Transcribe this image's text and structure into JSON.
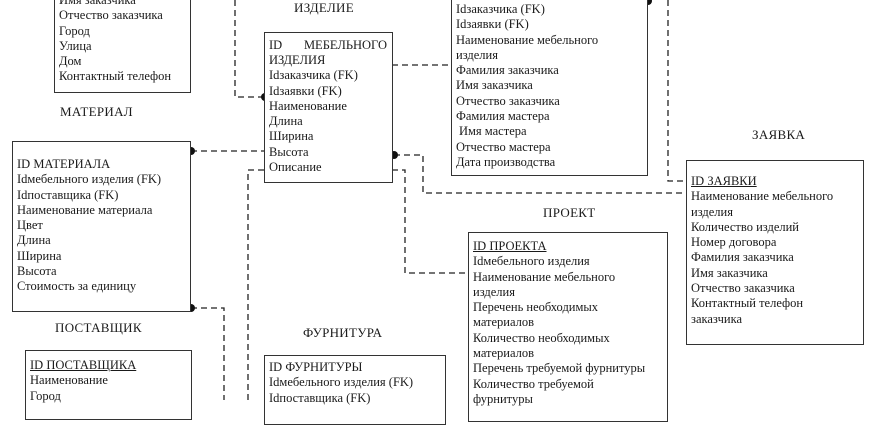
{
  "entities": {
    "customer": {
      "fields": [
        "Имя заказчика",
        "Отчество заказчика",
        "Город",
        "Улица",
        "Дом",
        "Контактный телефон"
      ]
    },
    "product": {
      "title": "ИЗДЕЛИЕ",
      "fields": [
        "ID МЕБЕЛЬНОГО ИЗДЕЛИЯ",
        "Idзаказчика (FK)",
        "Idзаявки (FK)",
        "Наименование",
        "Длина",
        "Ширина",
        "Высота",
        "Описание"
      ]
    },
    "order": {
      "fields": [
        "Idзаказчика (FK)",
        "Idзаявки (FK)",
        "Наименование мебельного",
        "изделия",
        "Фамилия заказчика",
        "Имя заказчика",
        "Отчество заказчика",
        "Фамилия мастера",
        "Имя мастера",
        "Отчество мастера",
        "Дата производства"
      ]
    },
    "request": {
      "title": "ЗАЯВКА",
      "fields": [
        "ID ЗАЯВКИ",
        "Наименование мебельного",
        "изделия",
        "Количество изделий",
        "Номер договора",
        "Фамилия заказчика",
        "Имя заказчика",
        "Отчество заказчика",
        "Контактный телефон",
        "заказчика"
      ]
    },
    "material": {
      "title": "МАТЕРИАЛ",
      "fields": [
        "ID МАТЕРИАЛА",
        "Idмебельного изделия (FK)",
        "Idпоставщика (FK)",
        "Наименование материала",
        "Цвет",
        "Длина",
        "Ширина",
        "Высота",
        "Стоимость за единицу"
      ]
    },
    "project": {
      "title": "ПРОЕКТ",
      "fields": [
        "ID ПРОЕКТА",
        "Idмебельного изделия",
        "Наименование мебельного",
        "изделия",
        "Перечень необходимых",
        "материалов",
        "Количество необходимых",
        "материалов",
        "Перечень требуемой фурнитуры",
        "Количество требуемой",
        "фурнитуры"
      ]
    },
    "supplier": {
      "title": "ПОСТАВЩИК",
      "fields": [
        "ID ПОСТАВЩИКА",
        "Наименование",
        "Город"
      ]
    },
    "fittings": {
      "title": "ФУРНИТУРА",
      "fields": [
        "ID ФУРНИТУРЫ",
        "Idмебельного изделия (FK)",
        "Idпоставщика (FK)"
      ]
    }
  }
}
